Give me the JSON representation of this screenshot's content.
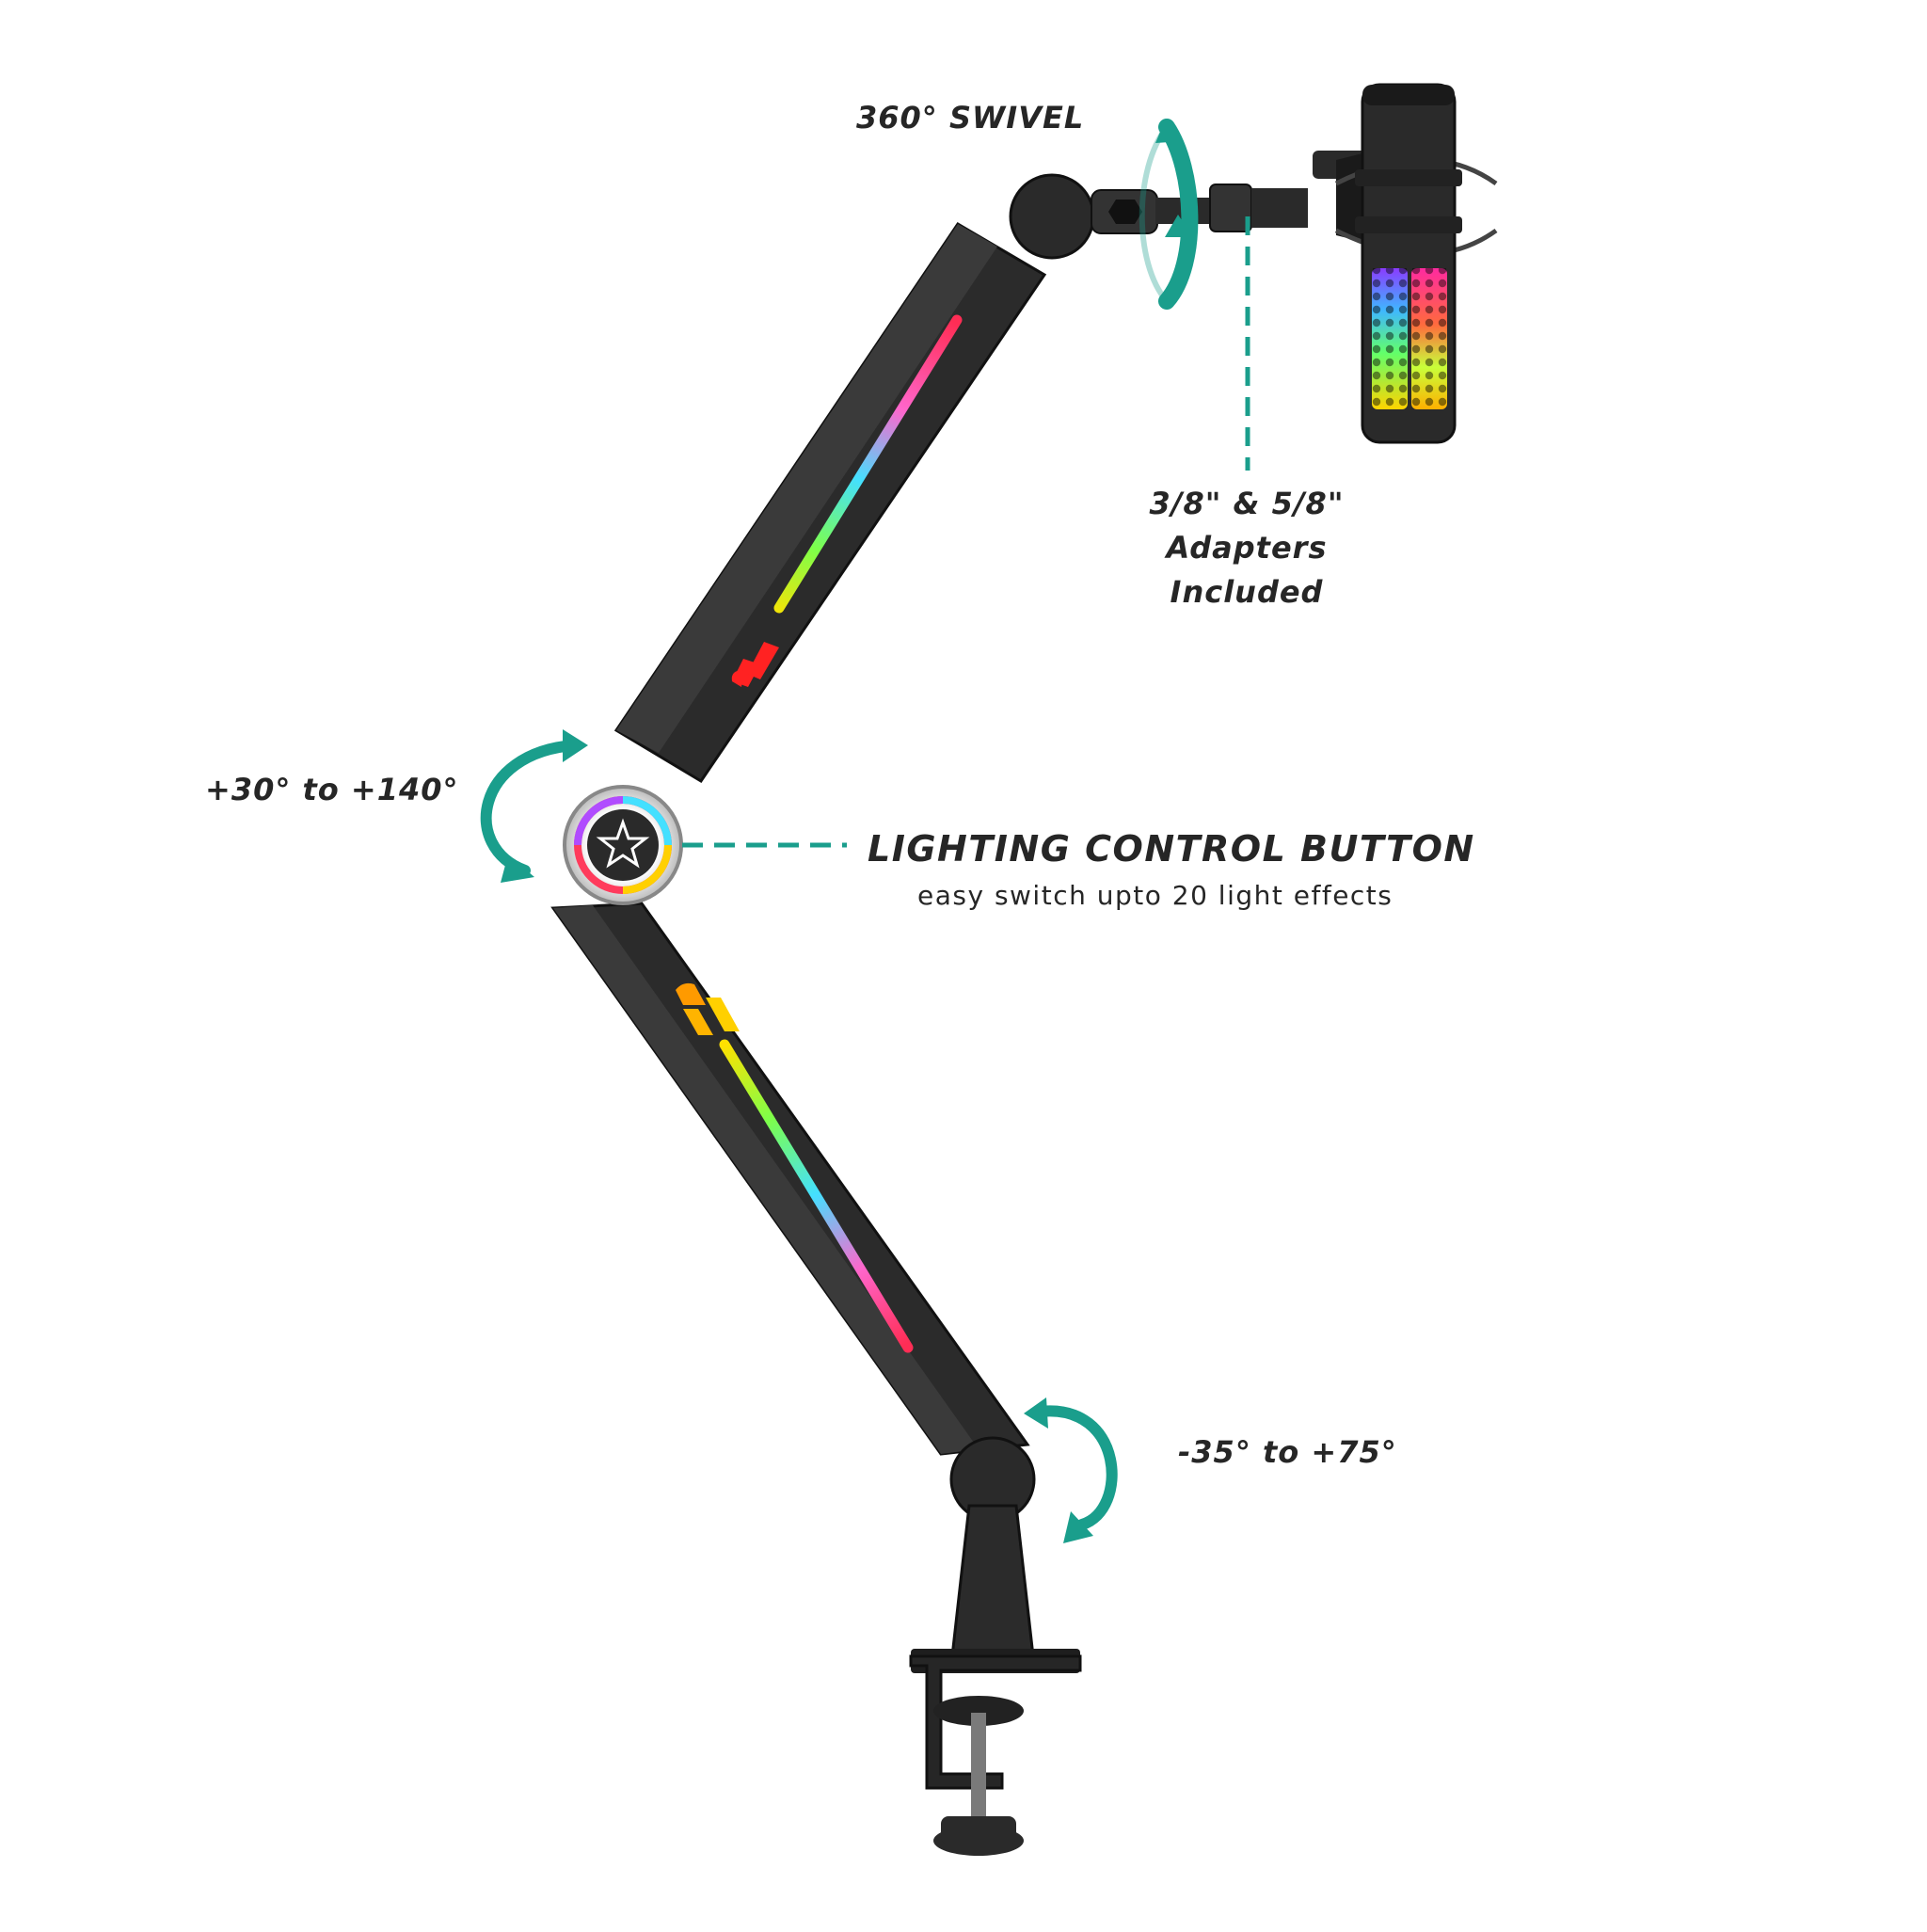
{
  "labels": {
    "swivel": "360° SWIVEL",
    "adapters": "3/8\" & 5/8\" Adapters Included",
    "upper_joint": "+30° to +140°",
    "lower_joint": "-35° to +75°",
    "button_title": "LIGHTING CONTROL BUTTON",
    "button_subtitle": "easy switch upto 20 light effects"
  },
  "colors": {
    "accent": "#1a9e8c",
    "arm": "#2b2b2b",
    "arm_edge": "#111111",
    "text": "#262626",
    "rgb_strip": [
      "#ff2d55",
      "#ff66cc",
      "#44e0ff",
      "#7dff4a",
      "#ffe100",
      "#ff9a00",
      "#ff2222"
    ]
  },
  "icons": {
    "button": "star-icon",
    "rotation": "curved-arrow-icon"
  }
}
